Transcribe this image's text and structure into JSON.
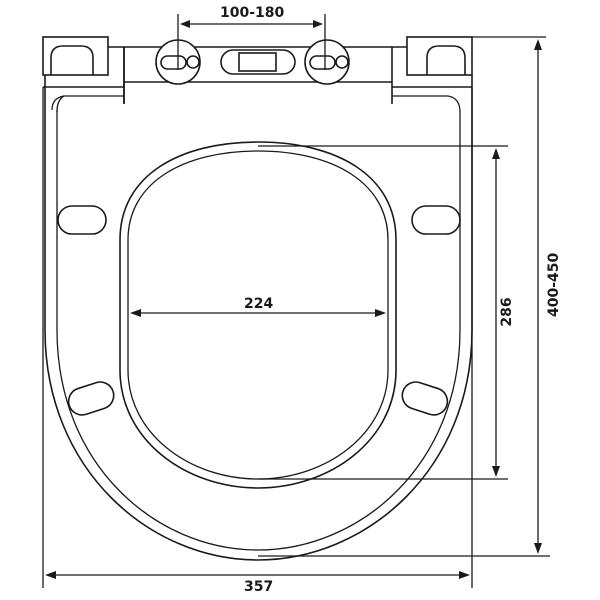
{
  "drawing": {
    "subject": "toilet seat top view technical drawing",
    "line_color": "#1a1a1a",
    "background": "#ffffff"
  },
  "dimensions": {
    "hinge_spacing": {
      "label": "100-180",
      "orientation": "horizontal"
    },
    "inner_width": {
      "label": "224",
      "orientation": "horizontal"
    },
    "inner_length": {
      "label": "286",
      "orientation": "vertical"
    },
    "overall_length": {
      "label": "400-450",
      "orientation": "vertical"
    },
    "overall_width": {
      "label": "357",
      "orientation": "horizontal"
    }
  }
}
